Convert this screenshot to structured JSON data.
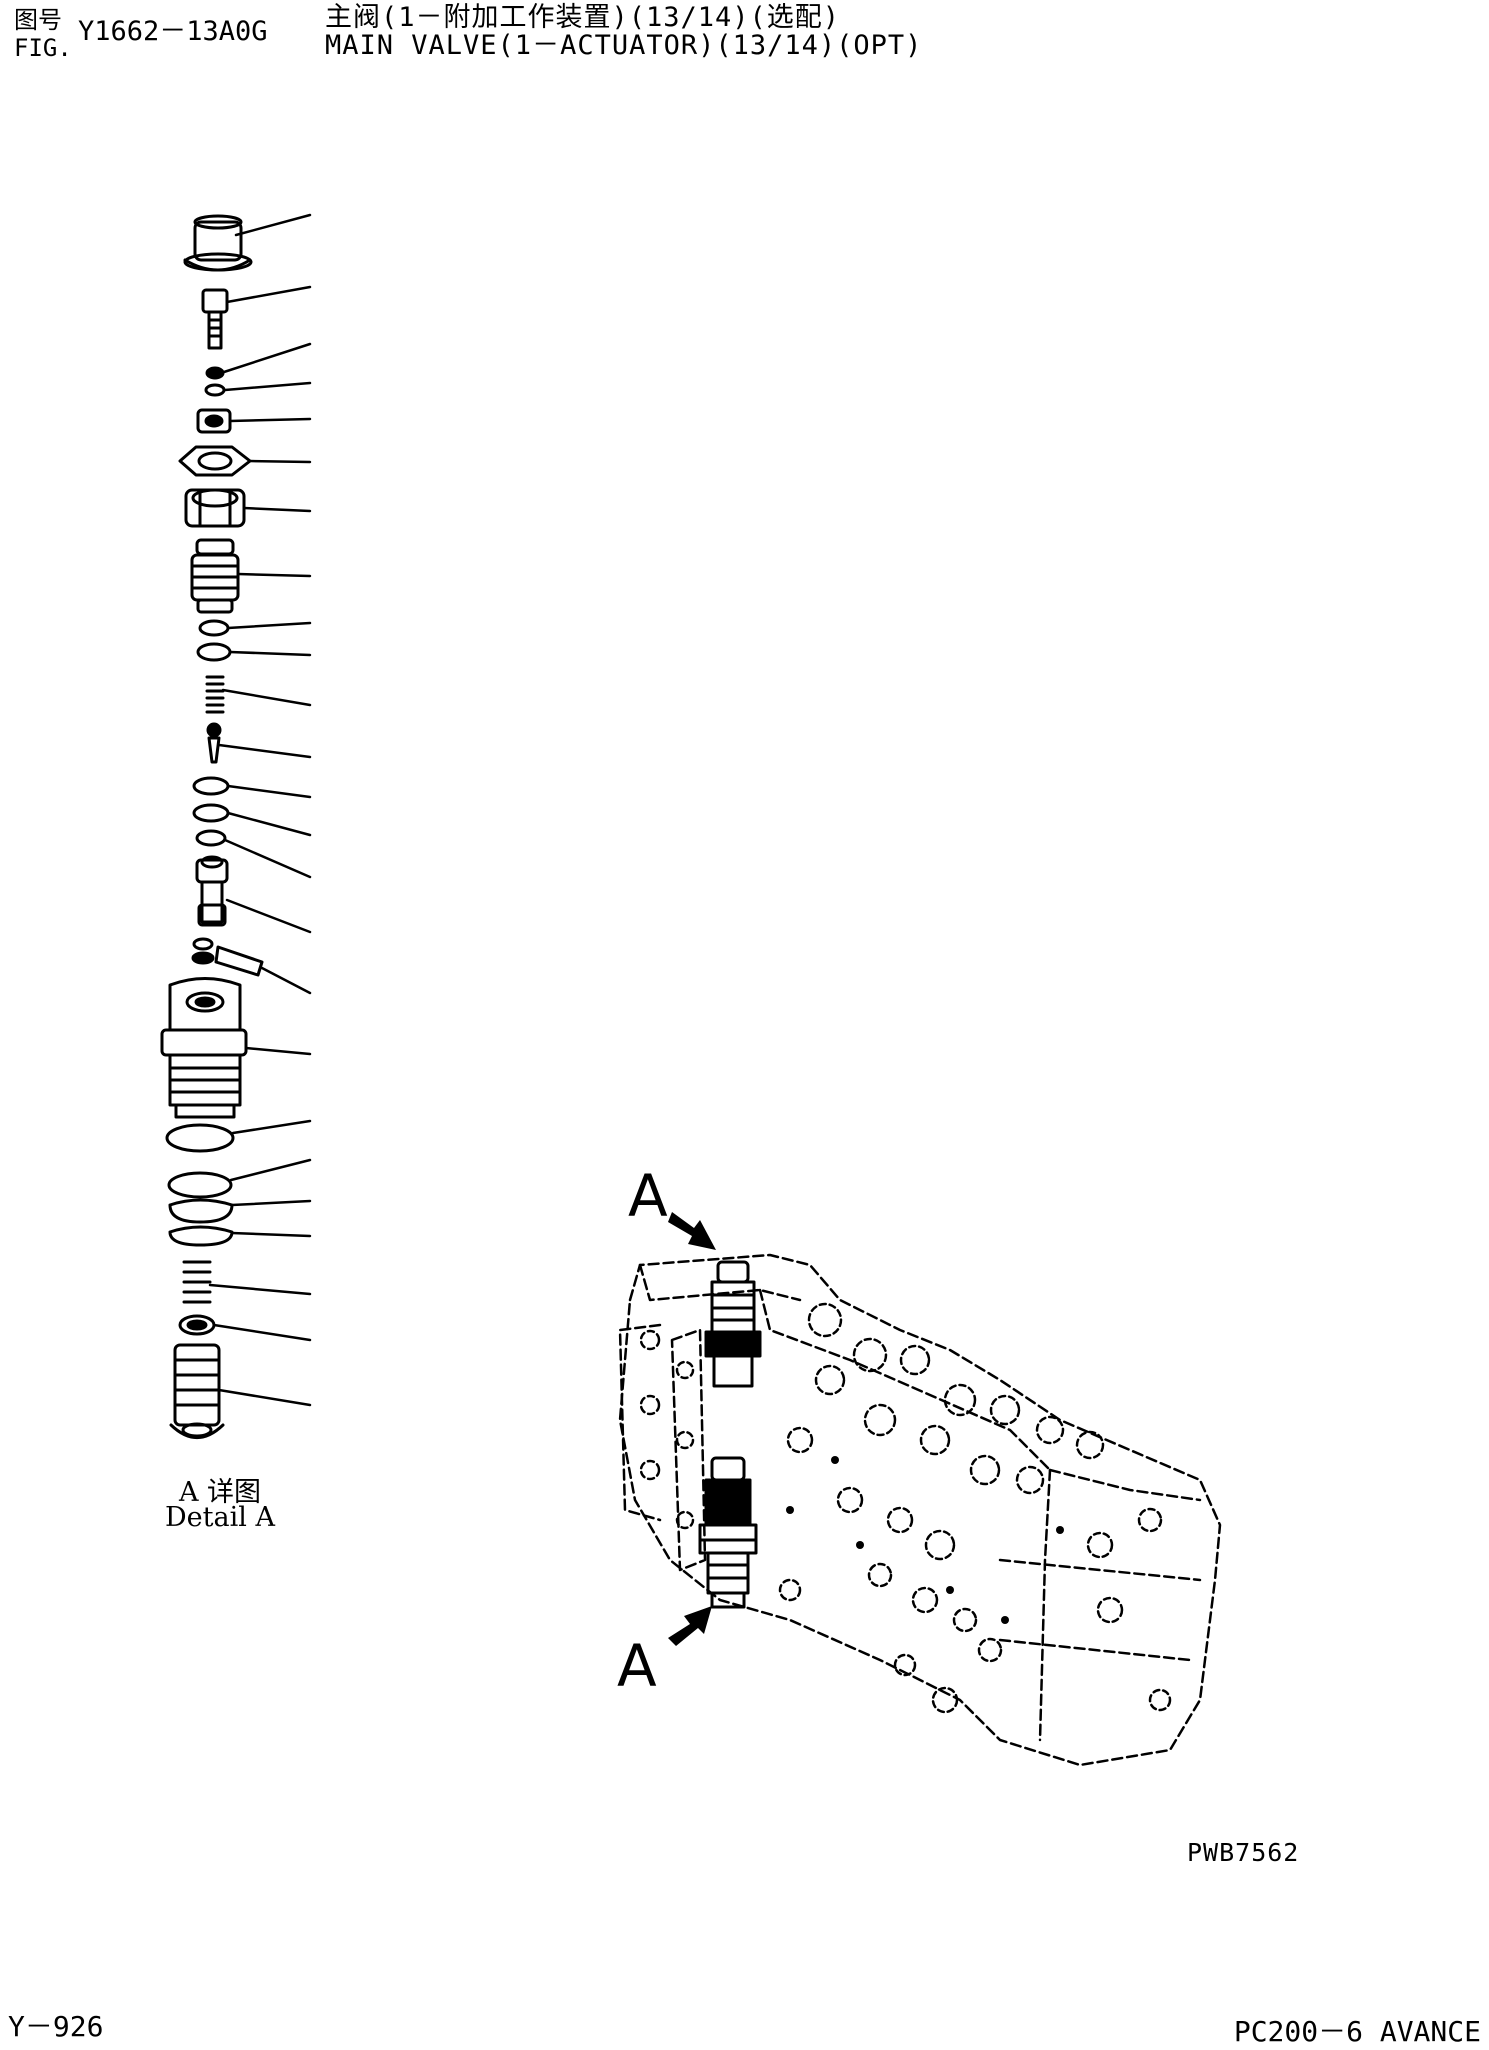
{
  "header": {
    "fig_label_cn": "图号",
    "fig_label_en": "FIG.",
    "fig_number": "Y1662－13A0G",
    "title_cn": "主阀(1－附加工作装置)(13/14)(选配)",
    "title_en": "MAIN VALVE(1－ACTUATOR)(13/14)(OPT)"
  },
  "detail": {
    "label_cn": "A 详图",
    "label_en": "Detail A"
  },
  "view_markers": [
    "A",
    "A"
  ],
  "drawing_number": "PWB7562",
  "footer": {
    "page": "Y－926",
    "model": "PC200－6 AVANCE"
  }
}
